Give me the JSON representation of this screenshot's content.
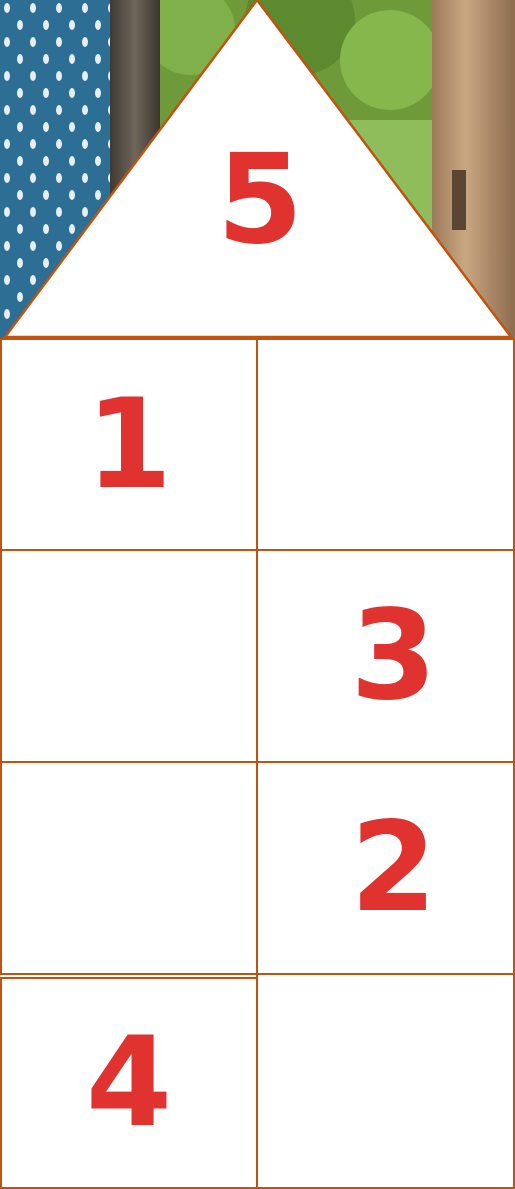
{
  "colors": {
    "border": "#c0530f",
    "number": "#e0332f",
    "cell_fill": "#ffffff"
  },
  "house": {
    "roof_number": "5",
    "grid": [
      [
        "1",
        ""
      ],
      [
        "",
        "3"
      ],
      [
        "",
        "2"
      ],
      [
        "4",
        ""
      ]
    ]
  }
}
